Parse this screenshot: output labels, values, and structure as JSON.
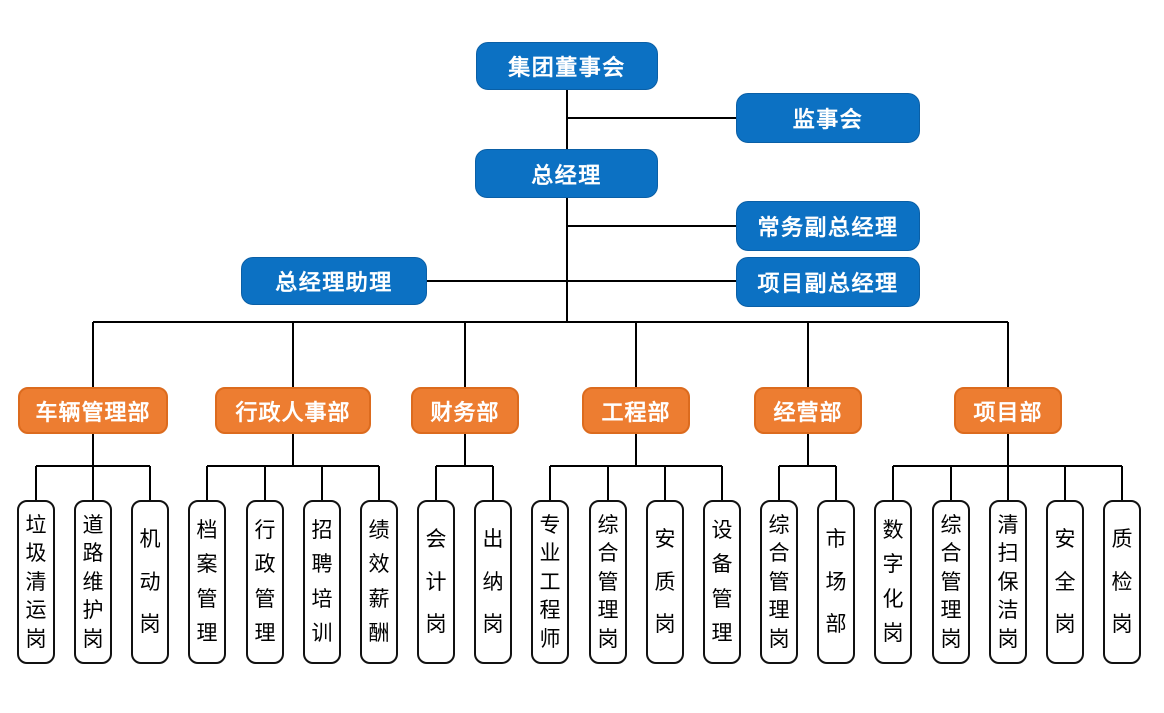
{
  "colors": {
    "executive_fill": "#0C71C3",
    "department_fill": "#ED7D31",
    "department_border": "#DC6B1E",
    "connector": "#000000",
    "position_border": "#111111",
    "background": "#ffffff"
  },
  "nodes": {
    "board": "集团董事会",
    "supervisory": "监事会",
    "general_manager": "总经理",
    "executive_deputy_gm": "常务副总经理",
    "gm_assistant": "总经理助理",
    "project_deputy_gm": "项目副总经理"
  },
  "departments": [
    {
      "label": "车辆管理部",
      "children": [
        "垃圾清运岗",
        "道路维护岗",
        "机动岗"
      ]
    },
    {
      "label": "行政人事部",
      "children": [
        "档案管理",
        "行政管理",
        "招聘培训",
        "绩效薪酬"
      ]
    },
    {
      "label": "财务部",
      "children": [
        "会计岗",
        "出纳岗"
      ]
    },
    {
      "label": "工程部",
      "children": [
        "专业工程师",
        "综合管理岗",
        "安质岗",
        "设备管理"
      ]
    },
    {
      "label": "经营部",
      "children": [
        "综合管理岗",
        "市场部"
      ]
    },
    {
      "label": "项目部",
      "children": [
        "数字化岗",
        "综合管理岗",
        "清扫保洁岗",
        "安全岗",
        "质检岗"
      ]
    }
  ]
}
